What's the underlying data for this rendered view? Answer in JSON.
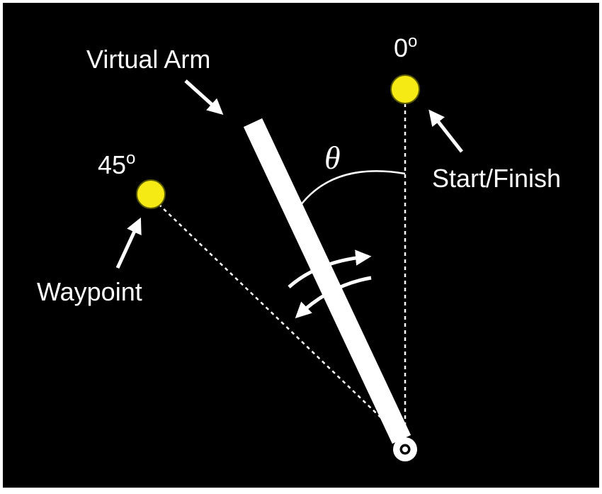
{
  "diagram": {
    "labels": {
      "virtual_arm": "Virtual Arm",
      "zero_deg": "0",
      "zero_deg_sup": "o",
      "forty_five_deg": "45",
      "forty_five_deg_sup": "o",
      "start_finish": "Start/Finish",
      "waypoint": "Waypoint",
      "theta": "θ"
    },
    "colors": {
      "background": "#000000",
      "frame": "#ffffff",
      "arm": "#ffffff",
      "target_fill": "#f5ea14",
      "target_stroke": "#5a5a00",
      "line": "#ffffff"
    }
  }
}
